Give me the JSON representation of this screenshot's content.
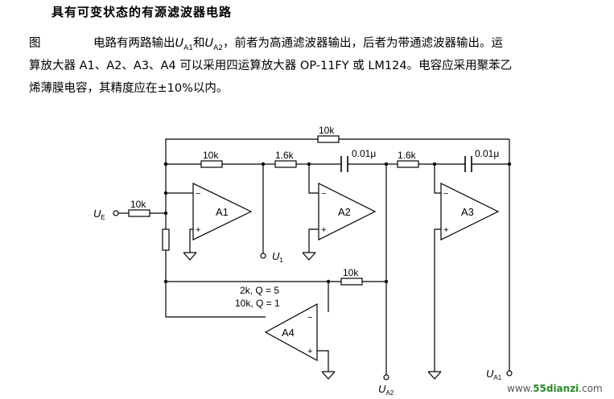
{
  "title": "具有可变状态的有源滤波器电路",
  "para": {
    "fig_label": "图",
    "line1_a": "电路有两路输出",
    "u": "U",
    "a1": "A1",
    "a2": "A2",
    "he": "和",
    "line1_b": "，前者为高通滤波器输出，后者为带通滤波器输出。运",
    "line2": "算放大器 A1、A2、A3、A4 可以采用四运算放大器 OP-11FY 或 LM124。电容应采用聚苯乙",
    "line3": "烯薄膜电容，其精度应在±10%以内。"
  },
  "circuit": {
    "r_top": "10k",
    "r_fb1": "10k",
    "r_a2in": "1.6k",
    "c_a2": "0.01μ",
    "r_a3in": "1.6k",
    "c_a3": "0.01μ",
    "r_in": "10k",
    "r_a4": "10k",
    "a4_note1": "2k, Q = 5",
    "a4_note2": "10k, Q = 1",
    "amp1": "A1",
    "amp2": "A2",
    "amp3": "A3",
    "amp4": "A4",
    "minus": "−",
    "plus": "+",
    "in_u": "U",
    "in_sub": "E",
    "out1_u": "U",
    "out1_sub": "1",
    "outa2_u": "U",
    "outa2_sub": "A2",
    "outa1_u": "U",
    "outa1_sub": "A1"
  },
  "watermark": {
    "prefix": "www.",
    "brand": "55dianzi",
    "suffix": ".com"
  }
}
